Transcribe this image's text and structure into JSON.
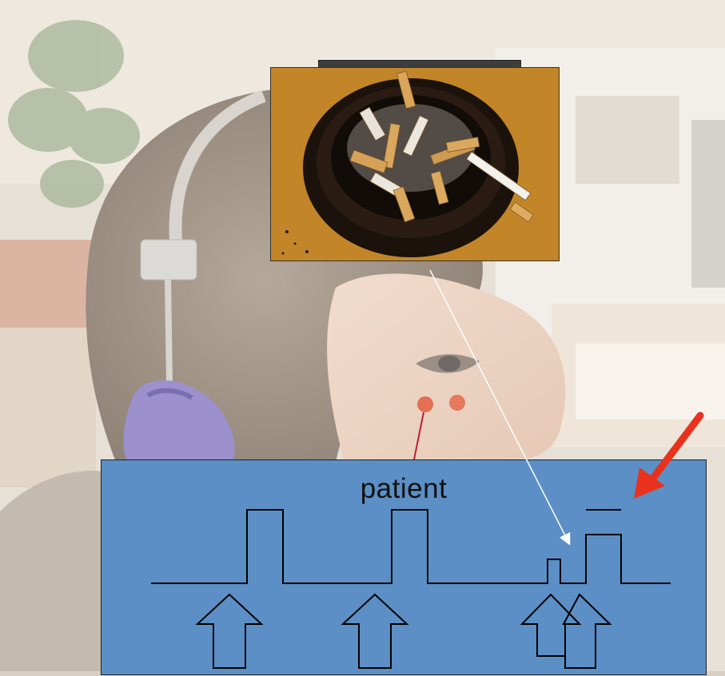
{
  "panel": {
    "label": "patient"
  },
  "colors": {
    "panel_fill": "#5b8fc5",
    "arrow_highlight": "#e8321e",
    "pointer_line": "#ffffff",
    "trace_stroke": "#000000",
    "backdrop_tint": "#e9e2d8"
  },
  "scene": {
    "background_subject": "person-wearing-headphones-with-eye-electrodes",
    "inset_photo_subject": "ashtray-with-cigarette-butts"
  }
}
